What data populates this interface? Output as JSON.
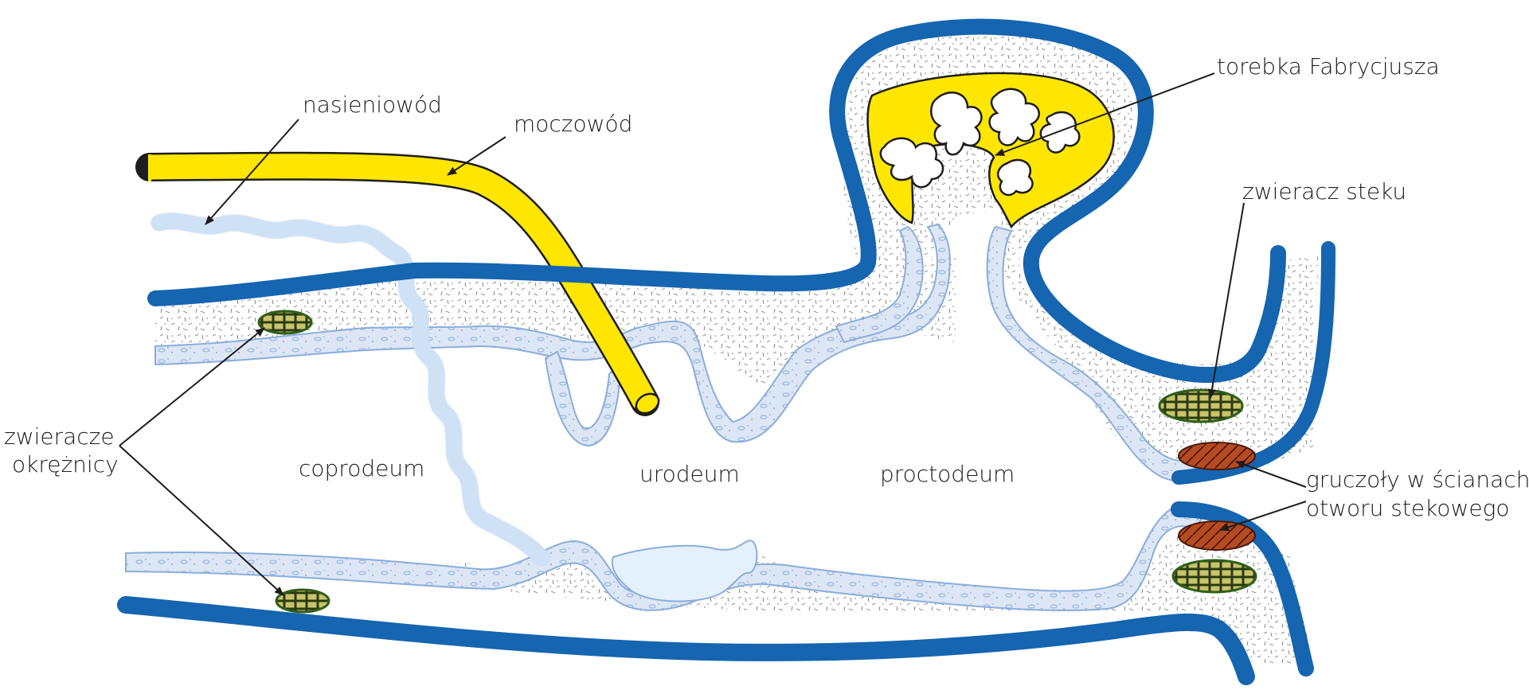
{
  "labels": {
    "nasieniowod": "nasieniowód",
    "moczowod": "moczowód",
    "torebka": "torebka Fabrycjusza",
    "zwieracz_steku": "zwieracz steku",
    "zwieracze_line1": "zwieracze",
    "zwieracze_line2": "okrężnicy",
    "coprodeum": "coprodeum",
    "urodeum": "urodeum",
    "proctodeum": "proctodeum",
    "gruczoly_line1": "gruczoły w ścianach",
    "gruczoly_line2": "otworu stekowego"
  },
  "colors": {
    "wall_blue": "#1565b0",
    "ureter_yellow": "#ffe600",
    "mucosa_fill": "#dde6f5",
    "mucosa_stroke": "#8aaedb",
    "duct_fill": "#e4f0fb",
    "muscle_green": "#3c6b1f",
    "muscle_light": "#c9c36a",
    "gland_brown": "#b84a22",
    "text": "#1d1d1b"
  }
}
